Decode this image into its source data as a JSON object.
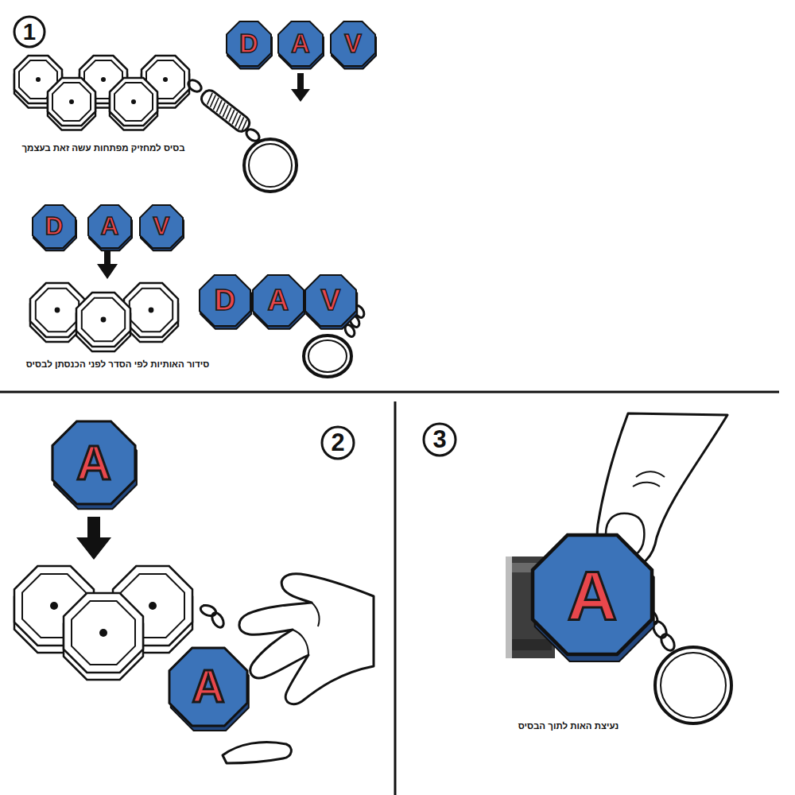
{
  "diagram": {
    "nodes": [
      {
        "text": [
          "1"
        ]
      },
      {
        "text": [
          "D"
        ]
      },
      {
        "text": [
          "A"
        ]
      },
      {
        "text": [
          "V"
        ]
      },
      {
        "text": [
          "D"
        ]
      },
      {
        "text": [
          "A"
        ]
      },
      {
        "text": [
          "V"
        ]
      },
      {
        "text": [
          "D"
        ]
      },
      {
        "text": [
          "A"
        ]
      },
      {
        "text": [
          "V"
        ]
      },
      {
        "text": [
          "2"
        ]
      },
      {
        "text": [
          "A"
        ]
      },
      {
        "text": [
          "A"
        ]
      },
      {
        "text": [
          "3"
        ]
      },
      {
        "text": [
          "A"
        ]
      }
    ],
    "labels": [
      "בסיס למחזיק מפתחות עשה זאת בעצמך",
      "סידור האותיות לפי הסדר לפני הכנסתן לבסיס",
      "נעיצת האות לתוך הבסיס"
    ]
  }
}
